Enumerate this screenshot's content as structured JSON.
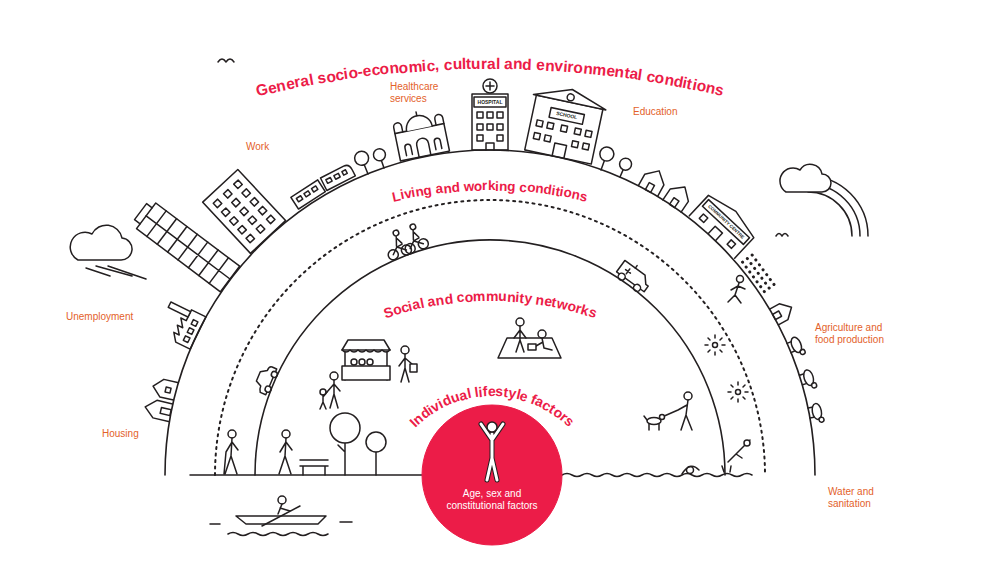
{
  "diagram": {
    "nodes": [
      {
        "text": [
          "General socio-economic, cultural and environmental conditions"
        ]
      },
      {
        "text": [
          "Living and working conditions"
        ],
        "in": 0
      },
      {
        "text": [
          "Social and community networks"
        ],
        "in": 1
      },
      {
        "text": [
          "Individual lifestyle factors"
        ],
        "in": 2
      },
      {
        "text": [
          "Age, sex and constitutional factors"
        ],
        "in": 3
      }
    ],
    "labels": [
      "Healthcare services",
      "Work",
      "HOSPITAL",
      "SCHOOL",
      "Education",
      "COMMUNITY CENTRE",
      "Unemployment",
      "Agriculture and food production",
      "Housing",
      "Water and sanitation"
    ]
  }
}
